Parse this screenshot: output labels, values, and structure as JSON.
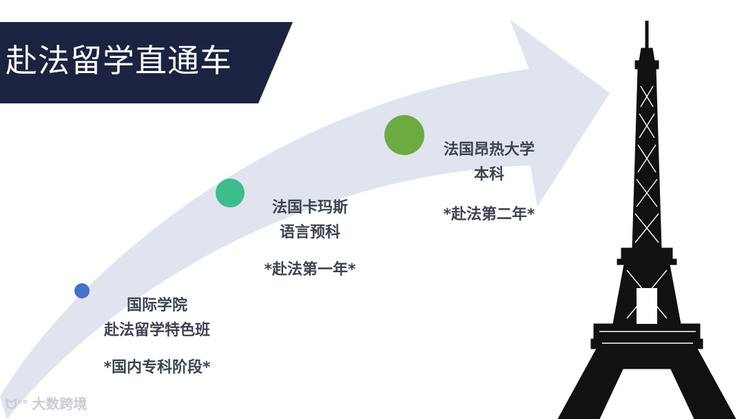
{
  "title": "赴法留学直通车",
  "colors": {
    "banner": "#1b2340",
    "arrow": "#dde3ee",
    "stage1_dot": "#4472c4",
    "stage2_dot": "#3dbd8b",
    "stage3_dot": "#6daa41",
    "text": "#3d4350"
  },
  "stages": [
    {
      "line1": "国际学院",
      "line2": "赴法留学特色班",
      "note": "*国内专科阶段*"
    },
    {
      "line1": "法国卡玛斯",
      "line2": "语言预科",
      "note": "*赴法第一年*"
    },
    {
      "line1": "法国昂热大学",
      "line2": "本科",
      "note": "*赴法第二年*"
    }
  ],
  "watermark": {
    "text": "大数跨境",
    "icon": "watermark-logo-icon"
  },
  "decor": {
    "icon": "eiffel-tower-icon"
  }
}
